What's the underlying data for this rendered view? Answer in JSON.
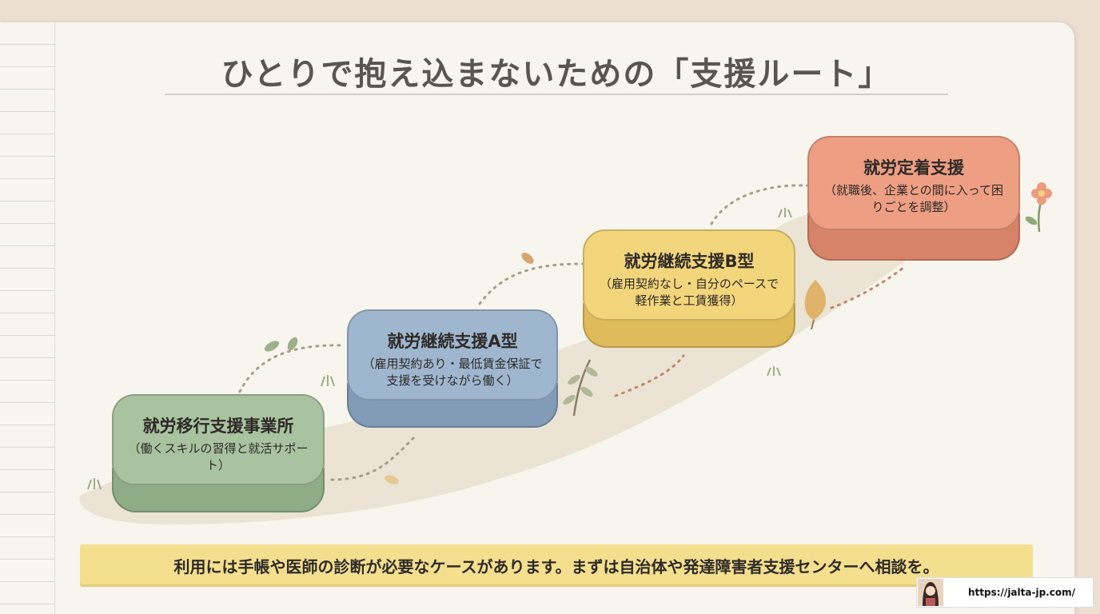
{
  "title": "ひとりで抱え込まないための「支援ルート」",
  "steps": [
    {
      "name": "就労移行支援事業所",
      "desc": "（働くスキルの習得と就活サポート）",
      "color": "#a9c3a0",
      "side": "#8eac85"
    },
    {
      "name": "就労継続支援A型",
      "desc": "（雇用契約あり・最低賃金保証で支援を受けながら働く）",
      "color": "#9fb6cf",
      "side": "#829cb7"
    },
    {
      "name": "就労継続支援B型",
      "desc": "（雇用契約なし・自分のペースで軽作業と工賃獲得）",
      "color": "#f3d57c",
      "side": "#dfbb5b"
    },
    {
      "name": "就労定着支援",
      "desc": "（就職後、企業との間に入って困りごとを調整）",
      "color": "#ee9e82",
      "side": "#d7836a"
    }
  ],
  "note": "利用には手帳や医師の診断が必要なケースがあります。まずは自治体や発達障害者支援センターへ相談を。",
  "credit": {
    "url": "https://jalta-jp.com/"
  }
}
